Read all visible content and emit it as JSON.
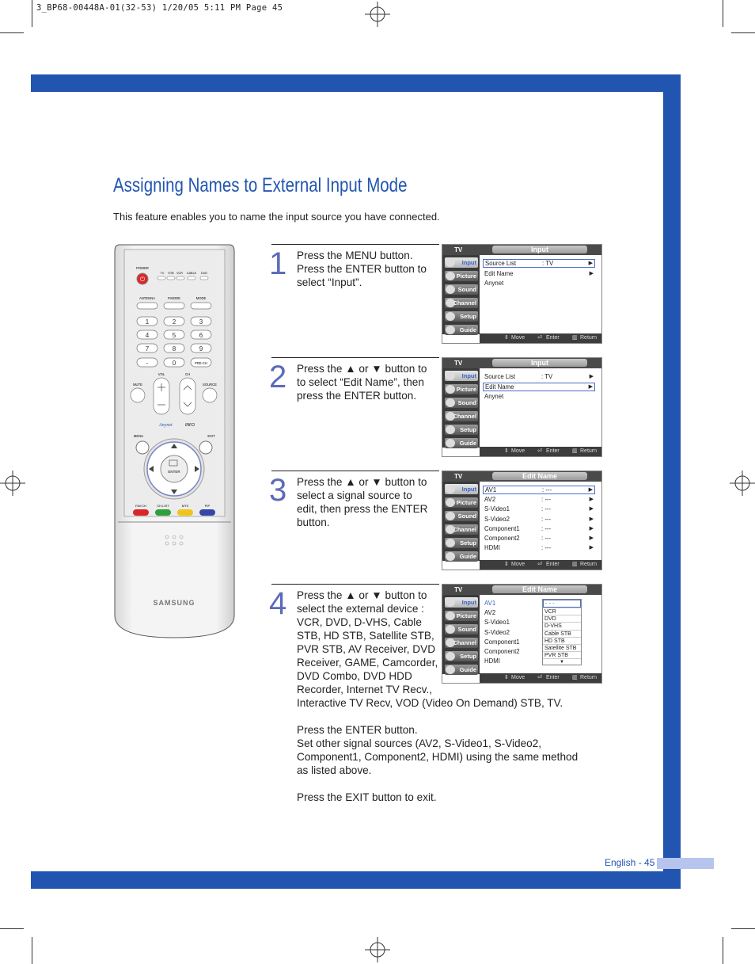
{
  "header_line": "3_BP68-00448A-01(32-53)  1/20/05  5:11 PM  Page 45",
  "page": {
    "title": "Assigning Names to External Input Mode",
    "intro": "This feature enables you to name the input source you have connected.",
    "footer_label": "English - 45"
  },
  "colors": {
    "brand_blue": "#2255b0",
    "tab_light": "#b6c4ee",
    "step_number": "#5c6bb8"
  },
  "steps": [
    {
      "number": "1",
      "lines": [
        "Press the MENU button.",
        "Press the ENTER button to",
        "select “Input”."
      ]
    },
    {
      "number": "2",
      "lines": [
        "Press the ▲ or ▼ button to",
        "to select “Edit Name”, then",
        "press the ENTER button."
      ]
    },
    {
      "number": "3",
      "lines": [
        "Press the ▲ or ▼ button to",
        "select a signal source to",
        "edit, then press the ENTER",
        "button."
      ]
    },
    {
      "number": "4",
      "lines": [
        "Press the ▲ or ▼ button to",
        "select the external device :",
        "VCR, DVD, D-VHS, Cable",
        "STB, HD STB, Satellite STB,",
        "PVR STB, AV Receiver, DVD",
        "Receiver, GAME, Camcorder,",
        "DVD Combo, DVD HDD",
        "Recorder, Internet TV Recv.,",
        "Interactive TV Recv, VOD (Video On Demand) STB, TV.",
        "",
        "Press the ENTER button.",
        "Set other signal sources (AV2, S-Video1, S-Video2,",
        "Component1, Component2, HDMI) using the same method",
        "as listed above.",
        "",
        "Press the EXIT button to exit."
      ]
    }
  ],
  "remote": {
    "labels": {
      "power": "POWER",
      "tv": "TV",
      "stb": "STB",
      "vcr": "VCR",
      "cable": "CABLE",
      "dvd": "DVD",
      "antenna": "ANTENNA",
      "pmode": "P.MODE",
      "mode": "MODE",
      "mute": "MUTE",
      "vol": "VOL",
      "ch": "CH",
      "source": "SOURCE",
      "prech": "PRE-CH",
      "menu": "MENU",
      "info": "INFO",
      "exit": "EXIT",
      "enter": "ENTER",
      "favch": "FAV.CH",
      "chlist": "CH.LIST",
      "mts": "MTS",
      "pip": "PIP",
      "brand": "SAMSUNG",
      "anynet": "Anynet"
    },
    "digits": [
      "1",
      "2",
      "3",
      "4",
      "5",
      "6",
      "7",
      "8",
      "9",
      "-",
      "0"
    ]
  },
  "osd": {
    "tv_label": "TV",
    "side_menu": [
      "Input",
      "Picture",
      "Sound",
      "Channel",
      "Setup",
      "Guide"
    ],
    "footer": {
      "move": "Move",
      "enter": "Enter",
      "return": "Return"
    },
    "screens": [
      {
        "title": "Input",
        "rows": [
          {
            "label": "Source List",
            "value": ": TV",
            "arrow": true
          },
          {
            "label": "Edit Name",
            "value": "",
            "arrow": true
          },
          {
            "label": "Anynet",
            "value": "",
            "arrow": false
          }
        ],
        "selected": 0
      },
      {
        "title": "Input",
        "rows": [
          {
            "label": "Source List",
            "value": ": TV",
            "arrow": true
          },
          {
            "label": "Edit Name",
            "value": "",
            "arrow": true
          },
          {
            "label": "Anynet",
            "value": "",
            "arrow": false
          }
        ],
        "selected": 1
      },
      {
        "title": "Edit Name",
        "rows": [
          {
            "label": "AV1",
            "value": ": ---",
            "arrow": true
          },
          {
            "label": "AV2",
            "value": ": ---",
            "arrow": true
          },
          {
            "label": "S-Video1",
            "value": ": ---",
            "arrow": true
          },
          {
            "label": "S-Video2",
            "value": ": ---",
            "arrow": true
          },
          {
            "label": "Component1",
            "value": ": ---",
            "arrow": true
          },
          {
            "label": "Component2",
            "value": ": ---",
            "arrow": true
          },
          {
            "label": "HDMI",
            "value": ": ---",
            "arrow": true
          }
        ],
        "selected": 0
      },
      {
        "title": "Edit Name",
        "rows": [
          {
            "label": "AV1",
            "value": "",
            "arrow": false
          },
          {
            "label": "AV2",
            "value": "",
            "arrow": false
          },
          {
            "label": "S-Video1",
            "value": "",
            "arrow": false
          },
          {
            "label": "S-Video2",
            "value": "",
            "arrow": false
          },
          {
            "label": "Component1",
            "value": "",
            "arrow": false
          },
          {
            "label": "Component2",
            "value": "",
            "arrow": false
          },
          {
            "label": "HDMI",
            "value": "",
            "arrow": false
          }
        ],
        "selected": -1,
        "highlight_row": 0,
        "dropdown": {
          "current": "- - -",
          "options": [
            "VCR",
            "DVD",
            "D-VHS",
            "Cable STB",
            "HD STB",
            "Satellite STB",
            "PVR STB"
          ],
          "more_arrow": "▼"
        }
      }
    ]
  }
}
